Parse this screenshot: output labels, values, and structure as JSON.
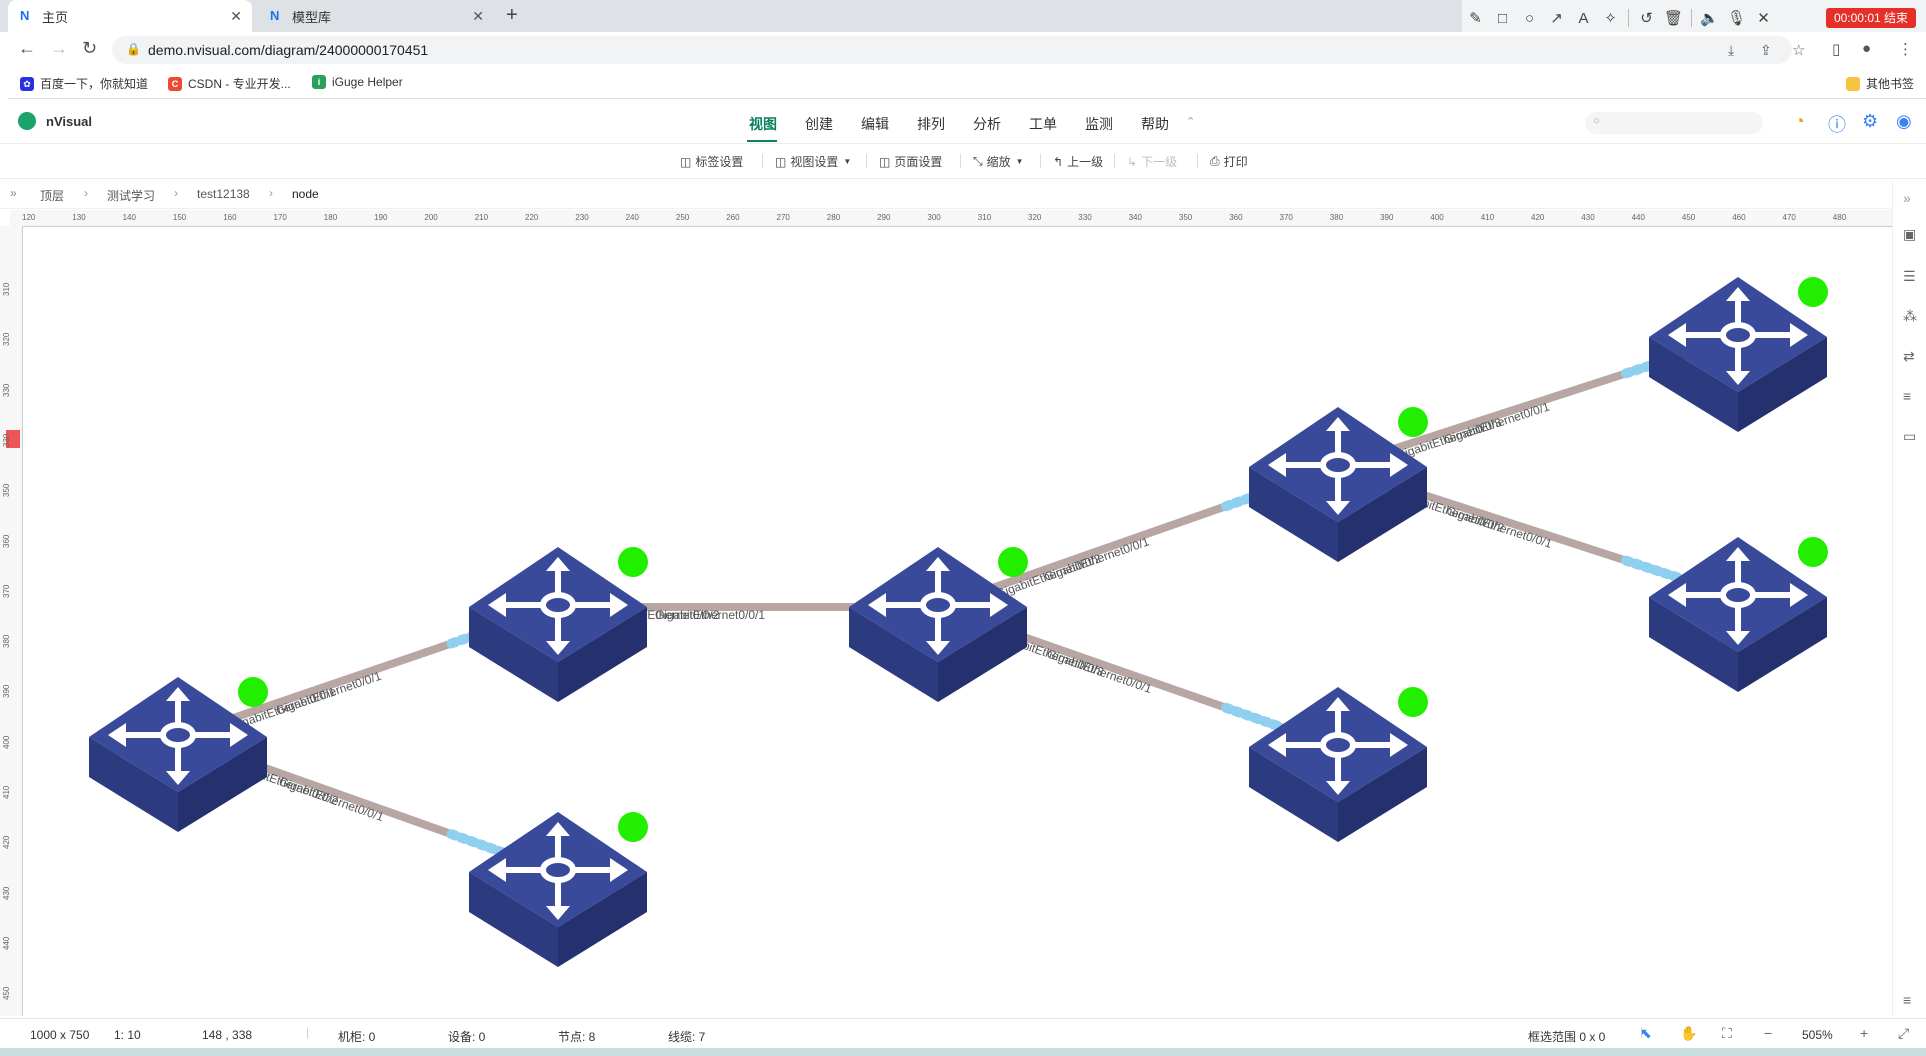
{
  "browser": {
    "tabs": [
      {
        "label": "主页",
        "active": true
      },
      {
        "label": "模型库",
        "active": false
      }
    ],
    "url": "demo.nvisual.com/diagram/24000000170451",
    "bookmarks": [
      "百度一下，你就知道",
      "CSDN - 专业开发...",
      "iGuge Helper"
    ],
    "other_bookmarks": "其他书签",
    "recorder_time": "00:00:01 结束"
  },
  "app": {
    "name": "nVisual",
    "menu": [
      "视图",
      "创建",
      "编辑",
      "排列",
      "分析",
      "工单",
      "监测",
      "帮助"
    ],
    "active_menu": "视图"
  },
  "toolbar": {
    "items": [
      "标签设置",
      "视图设置",
      "页面设置",
      "缩放",
      "上一级",
      "下一级",
      "打印"
    ]
  },
  "breadcrumb": [
    "顶层",
    "测试学习",
    "test12138",
    "node"
  ],
  "ruler": {
    "h_ticks": [
      "120",
      "130",
      "140",
      "150",
      "160",
      "170",
      "180",
      "190",
      "200",
      "210",
      "220",
      "230",
      "240",
      "250",
      "260",
      "270",
      "280",
      "290",
      "300",
      "310",
      "320",
      "330",
      "340",
      "350",
      "360",
      "370",
      "380",
      "390",
      "400",
      "410",
      "420",
      "430",
      "440",
      "450",
      "460",
      "470",
      "480"
    ],
    "v_ticks": [
      "310",
      "320",
      "330",
      "339",
      "350",
      "360",
      "370",
      "380",
      "390",
      "400",
      "410",
      "420",
      "430",
      "440",
      "450"
    ]
  },
  "diagram": {
    "nodes": [
      {
        "id": "s1",
        "status": "online"
      },
      {
        "id": "s2",
        "status": "online"
      },
      {
        "id": "s3",
        "status": "online"
      },
      {
        "id": "s4",
        "status": "online"
      },
      {
        "id": "s5",
        "status": "online"
      },
      {
        "id": "s6",
        "status": "online"
      },
      {
        "id": "s7",
        "status": "online"
      },
      {
        "id": "s8",
        "status": "online"
      }
    ],
    "links": [
      {
        "from": "s1",
        "to": "s2",
        "label_a": "GigabitEthernet0/0/1",
        "label_b": "GigabitEthernet0/0/1"
      },
      {
        "from": "s1",
        "to": "s3",
        "label_a": "GigabitEthernet0/0/2",
        "label_b": "GigabitEthernet0/0/1"
      },
      {
        "from": "s2",
        "to": "s4",
        "label_a": "GigabitEthernet0/0/2",
        "label_b": "GigabitEthernet0/0/1"
      },
      {
        "from": "s4",
        "to": "s5",
        "label_a": "GigabitEthernet0/0/2",
        "label_b": "GigabitEthernet0/0/1"
      },
      {
        "from": "s4",
        "to": "s6",
        "label_a": "GigabitEthernet0/0/3",
        "label_b": "GigabitEthernet0/0/1"
      },
      {
        "from": "s5",
        "to": "s7",
        "label_a": "GigabitEthernet0/0/3",
        "label_b": "GigabitEthernet0/0/1"
      },
      {
        "from": "s5",
        "to": "s8",
        "label_a": "GigabitEthernet0/0/2",
        "label_b": "GigabitEthernet0/0/1"
      }
    ],
    "status_color": "#22ee00",
    "link_color": "#b8a6a2",
    "flow_color": "#8fd0f0",
    "switch_color": "#3a4a9a"
  },
  "status": {
    "page_size": "1000 x 750",
    "scale": "1: 10",
    "cursor": "148 , 338",
    "cabinets": "机柜: 0",
    "devices": "设备: 0",
    "nodes": "节点: 8",
    "links": "线缆: 7",
    "selection": "框选范围 0 x 0",
    "zoom": "505%"
  }
}
